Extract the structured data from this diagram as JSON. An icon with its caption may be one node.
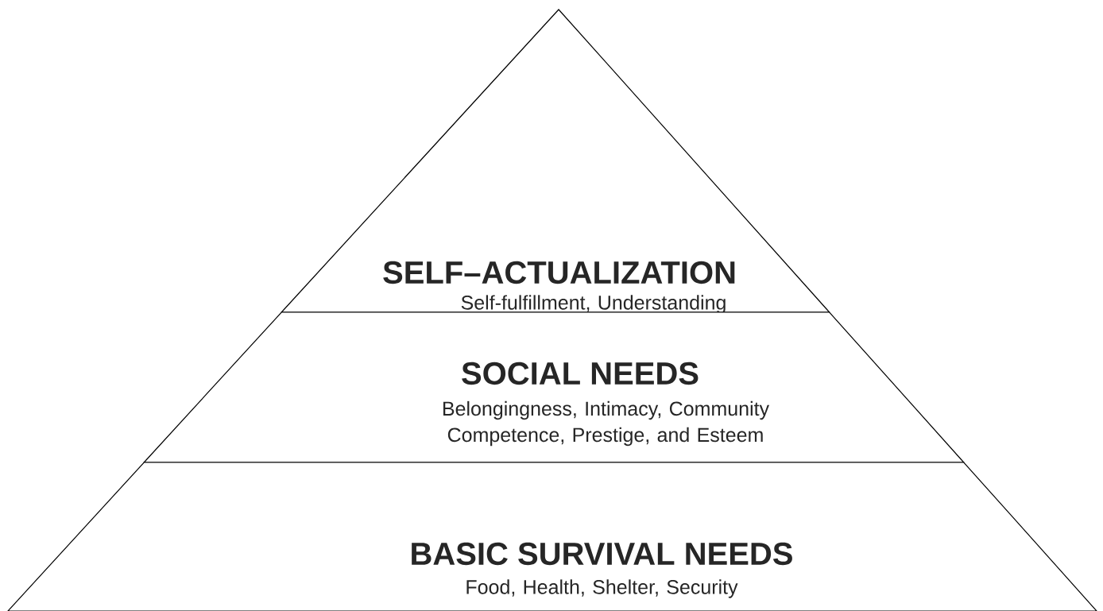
{
  "diagram": {
    "nodes": [
      {
        "text": [
          "SELF–ACTUALIZATION",
          "Self-fulfillment, Understanding"
        ]
      },
      {
        "text": [
          "SOCIAL NEEDS",
          "Belongingness, Intimacy, Community Competence, Prestige, and Esteem"
        ]
      },
      {
        "text": [
          "BASIC SURVIVAL NEEDS",
          "Food, Health, Shelter, Security"
        ]
      }
    ]
  }
}
